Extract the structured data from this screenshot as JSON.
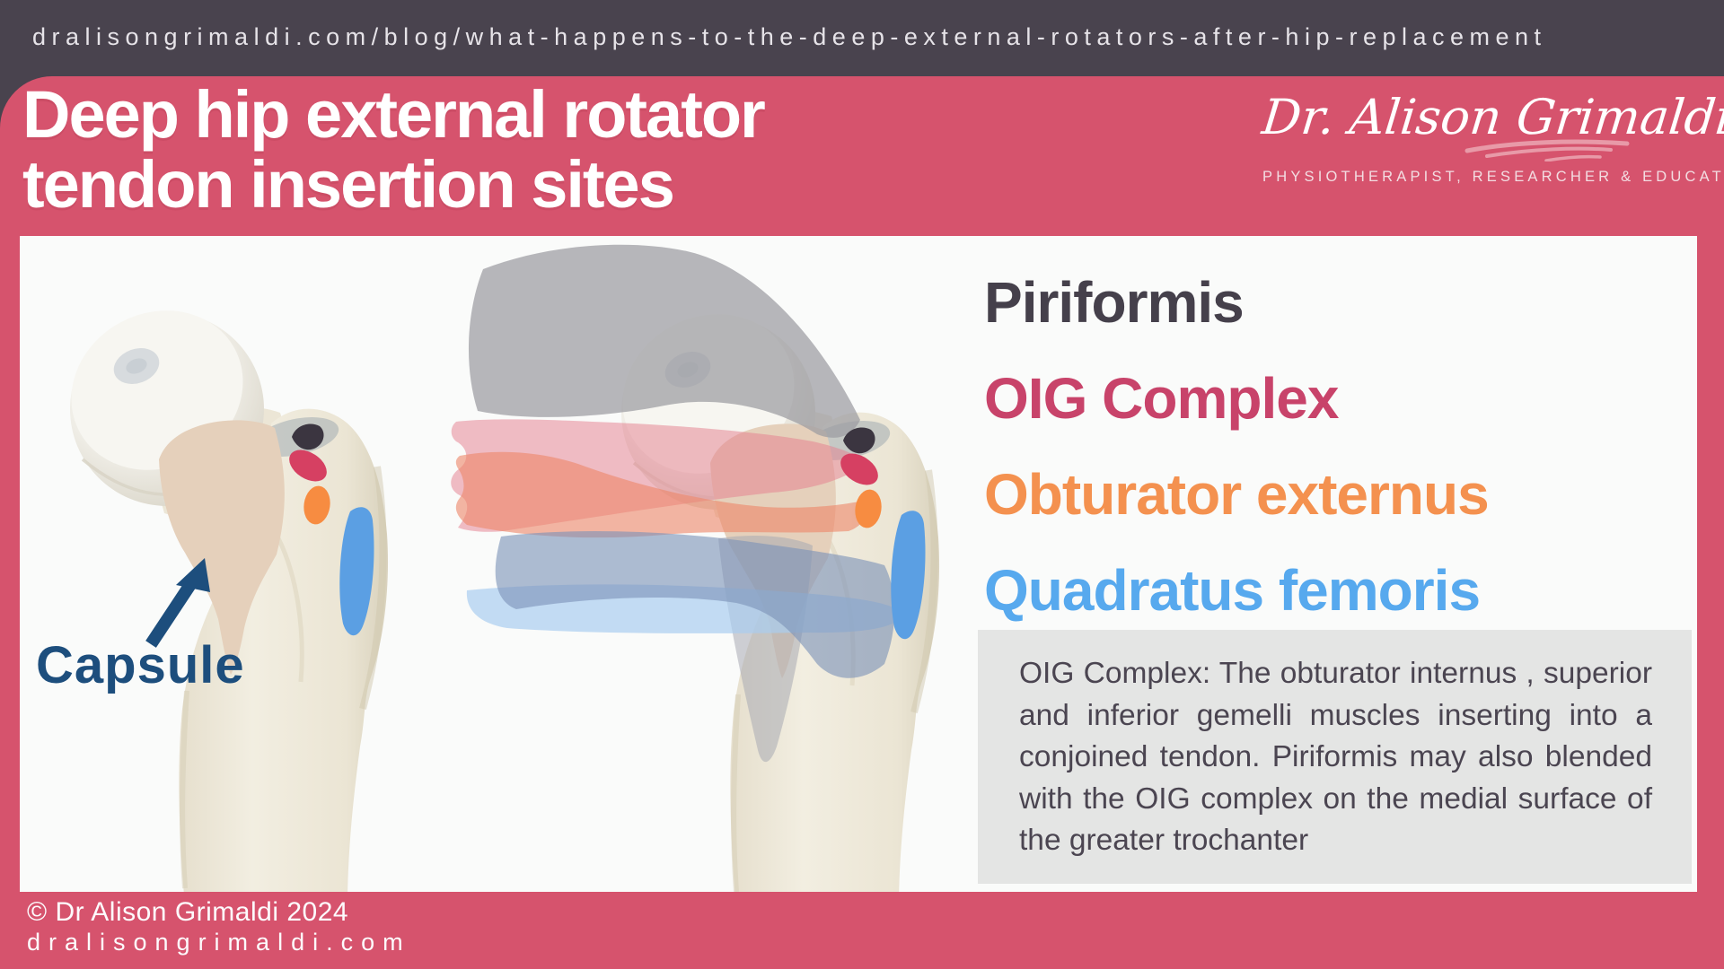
{
  "browser": {
    "url": "dralisongrimaldi.com/blog/what-happens-to-the-deep-external-rotators-after-hip-replacement"
  },
  "header": {
    "title_line1": "Deep hip external rotator",
    "title_line2": "tendon insertion sites",
    "background_color": "#d6536d",
    "logo": {
      "name": "Dr. Alison Grimaldi",
      "tagline": "PHYSIOTHERAPIST, RESEARCHER & EDUCATOR"
    }
  },
  "diagram": {
    "capsule_label": "Capsule",
    "capsule_color": "#e5d0bb",
    "arrow_color": "#1d4e7d",
    "legend": {
      "items": [
        {
          "label": "Piriformis",
          "color": "#45404b"
        },
        {
          "label": "OIG Complex",
          "color": "#c8436a"
        },
        {
          "label": "Obturator externus",
          "color": "#f4914f"
        },
        {
          "label": "Quadratus femoris",
          "color": "#57a9ee"
        }
      ]
    },
    "insertion_markers": [
      {
        "name": "piriformis-insertion",
        "color": "#3b3540"
      },
      {
        "name": "oig-complex-insertion",
        "color": "#d64062"
      },
      {
        "name": "obturator-externus-insertion",
        "color": "#f78c41"
      },
      {
        "name": "quadratus-femoris-insertion",
        "color": "#5b9fe3"
      }
    ],
    "muscle_overlays": [
      {
        "name": "piriformis-muscle",
        "color": "#9b9ba1"
      },
      {
        "name": "oig-complex-muscle",
        "color": "#e4808f"
      },
      {
        "name": "obturator-externus-muscle",
        "color": "#ec8668"
      },
      {
        "name": "quadratus-femoris-muscle",
        "color": "#7d93b8"
      },
      {
        "name": "quadratus-femoris-lower",
        "color": "#a9cdf0"
      }
    ]
  },
  "note": {
    "text": "OIG Complex: The obturator internus , superior and inferior gemelli muscles inserting into a conjoined tendon. Piriformis may also blended with the OIG complex on the medial surface of the greater trochanter"
  },
  "footer": {
    "copyright": "© Dr Alison Grimaldi 2024",
    "website": "dralisongrimaldi.com"
  }
}
